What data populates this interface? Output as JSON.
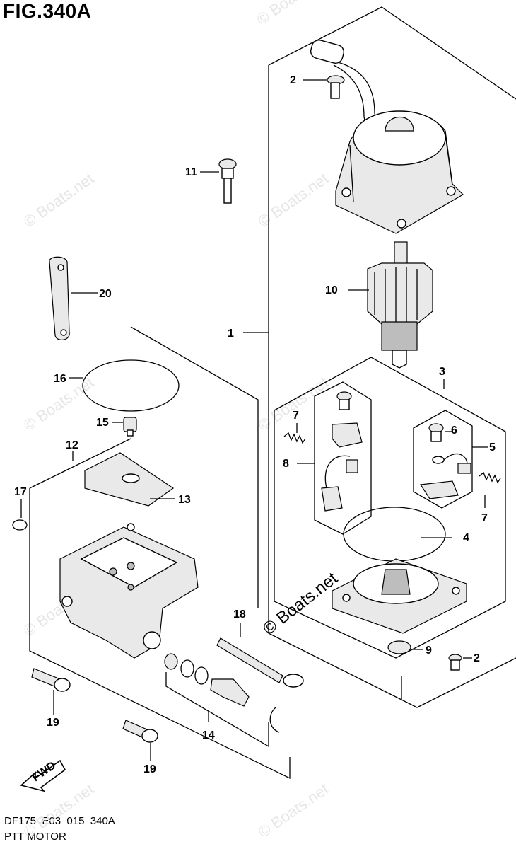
{
  "figure": {
    "title": "FIG.340A",
    "code": "DF175_E03_015_340A",
    "name": "PTT MOTOR"
  },
  "watermark": {
    "text": "© Boats.net",
    "overlay_text": "© Boats.net"
  },
  "fwd_label": "FWD",
  "callouts": {
    "c1": "1",
    "c2a": "2",
    "c2b": "2",
    "c3": "3",
    "c4": "4",
    "c5": "5",
    "c6": "6",
    "c7a": "7",
    "c7b": "7",
    "c8": "8",
    "c9": "9",
    "c10": "10",
    "c11": "11",
    "c12": "12",
    "c13": "13",
    "c14": "14",
    "c15": "15",
    "c16": "16",
    "c17": "17",
    "c18": "18",
    "c19a": "19",
    "c19b": "19",
    "c20": "20"
  }
}
